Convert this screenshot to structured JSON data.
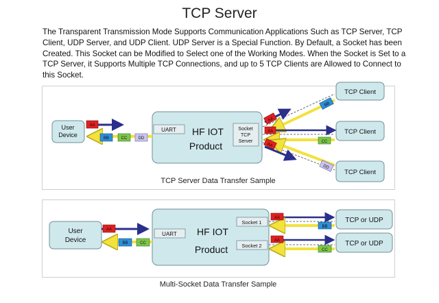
{
  "title": "TCP Server",
  "description": "The Transparent Transmission Mode Supports Communication Applications Such as TCP Server, TCP Client, UDP Server, and UDP Client. UDP Server is a Special Function. By Default, a Socket has been Created. This Socket can be Modified to Select one of the Working Modes. When the Socket is Set to a TCP Server, it Supports Multiple TCP Connections, and up to 5 TCP Clients are Allowed to Connect to this Socket.",
  "diagram1": {
    "caption": "TCP Server Data Transfer Sample",
    "user_device": "User Device",
    "product_line1": "HF IOT",
    "product_line2": "Product",
    "uart": "UART",
    "socket": "Socket TCP Server",
    "clients": [
      "TCP Client",
      "TCP Client",
      "TCP Client"
    ],
    "packets": {
      "aa": "AA",
      "bb": "BB",
      "cc": "CC",
      "dd": "DD"
    }
  },
  "diagram2": {
    "caption": "Multi-Socket Data Transfer Sample",
    "user_device": "User Device",
    "product_line1": "HF IOT",
    "product_line2": "Product",
    "uart": "UART",
    "socket1": "Socket 1",
    "socket2": "Socket 2",
    "clients": [
      "TCP or UDP",
      "TCP or UDP"
    ],
    "packets": {
      "aa": "AA",
      "bb": "BB",
      "cc": "CC"
    }
  },
  "colors": {
    "box_fill": "#cfe8ec",
    "box_stroke": "#6f8f96",
    "packet_red": "#e02020",
    "packet_blue": "#2e8fd8",
    "packet_green": "#7cc64a",
    "packet_lilac": "#c9c5ee",
    "arrow_navy": "#2a2f8c",
    "arrow_yellow": "#f2e23a"
  }
}
